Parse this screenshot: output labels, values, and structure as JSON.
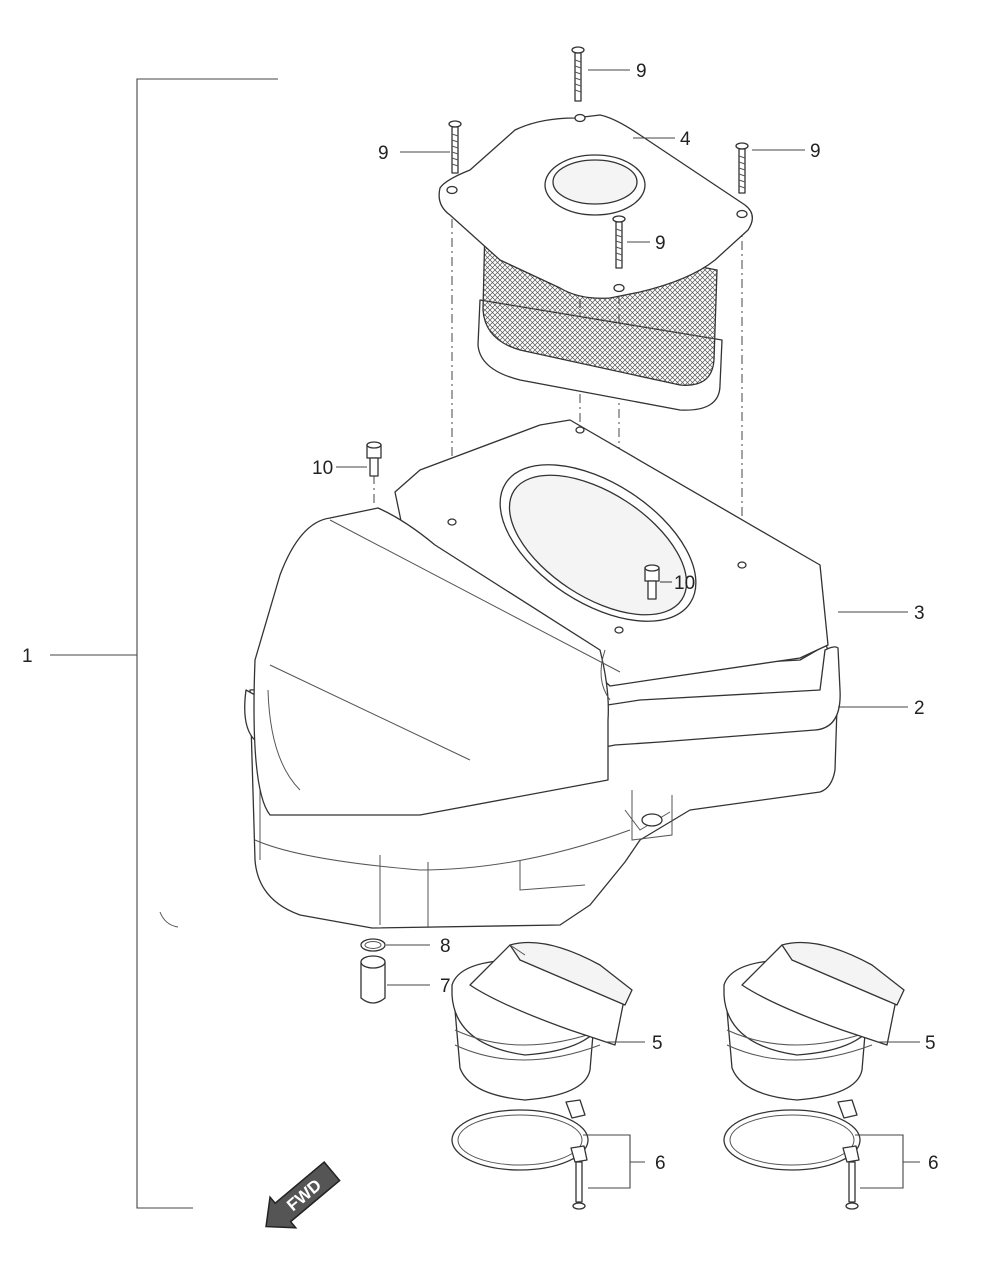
{
  "diagram": {
    "type": "exploded-parts-diagram",
    "callouts": [
      {
        "id": "callout-1",
        "label": "1"
      },
      {
        "id": "callout-2",
        "label": "2"
      },
      {
        "id": "callout-3",
        "label": "3"
      },
      {
        "id": "callout-4",
        "label": "4"
      },
      {
        "id": "callout-5a",
        "label": "5"
      },
      {
        "id": "callout-5b",
        "label": "5"
      },
      {
        "id": "callout-6a",
        "label": "6"
      },
      {
        "id": "callout-6b",
        "label": "6"
      },
      {
        "id": "callout-7",
        "label": "7"
      },
      {
        "id": "callout-8",
        "label": "8"
      },
      {
        "id": "callout-9a",
        "label": "9"
      },
      {
        "id": "callout-9b",
        "label": "9"
      },
      {
        "id": "callout-9c",
        "label": "9"
      },
      {
        "id": "callout-9d",
        "label": "9"
      },
      {
        "id": "callout-10a",
        "label": "10"
      },
      {
        "id": "callout-10b",
        "label": "10"
      }
    ],
    "direction_arrow": {
      "label": "FWD"
    },
    "colors": {
      "line": "#333333",
      "fill": "#ffffff",
      "mesh": "#555555"
    }
  }
}
